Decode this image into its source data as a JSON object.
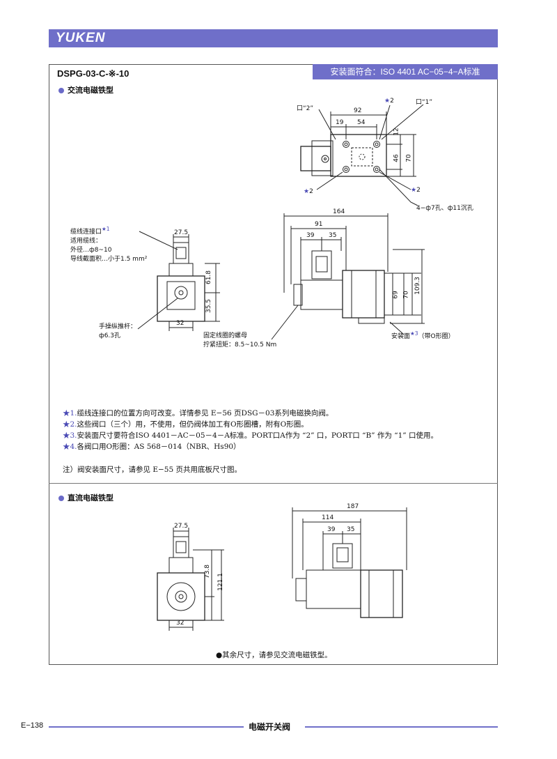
{
  "header": {
    "brand": "YUKEN"
  },
  "model": "DSPG-03-C-※-10",
  "standard": "安装面符合：ISO  4401 AC−05−4−A标准",
  "sections": {
    "ac": "交流电磁铁型",
    "dc": "直流电磁铁型"
  },
  "top_view": {
    "port2": "口“2”",
    "port1": "口“1”",
    "dims": [
      "92",
      "19",
      "54",
      "12",
      "46",
      "70"
    ],
    "star2": "2",
    "holes": "4−ф7孔、ф11沉孔"
  },
  "ac_front": {
    "cable_title": "缆线连接口",
    "cable_star": "1",
    "cable_lines": [
      "适用缆线：",
      "外径…ф8~10",
      "导线截面积…小于1.5 mm²"
    ],
    "dims": [
      "27.5",
      "61.8",
      "35.5",
      "32"
    ],
    "manual_lines": [
      "手操纵推杆：",
      "ф6.3孔"
    ]
  },
  "ac_side": {
    "dims": [
      "164",
      "91",
      "39",
      "35",
      "69",
      "70",
      "109.3"
    ],
    "nut_lines": [
      "固定线圈的螺母",
      "拧紧扭矩：8.5~10.5 Nm"
    ],
    "mount_label": "安装面",
    "mount_star": "3",
    "mount_suffix": "（带O形圈）"
  },
  "notes": [
    {
      "star": "★1.",
      "text": "缆线连接口的位置方向可改变。详情参见 E−56 页DSG－03系列电磁换向阀。"
    },
    {
      "star": "★2.",
      "text": "这些阀口（三个）用，不使用，但仍阀体加工有O形圈槽，附有O形圈。"
    },
    {
      "star": "★3.",
      "text": "安装面尺寸要符合ISO    4401－AC－05－4－A标准。PORT口A作为 “2” 口，PORT口 “B” 作为 “1” 口使用。"
    },
    {
      "star": "★4.",
      "text": "各阀口用O形圈：AS 568－014（NBR、Hs90）"
    }
  ],
  "remark": "注）阀安装面尺寸，请参见 E−55 页共用底板尺寸图。",
  "dc_front": {
    "dims": [
      "27.5",
      "73.8",
      "121.1",
      "32"
    ]
  },
  "dc_side": {
    "dims": [
      "187",
      "114",
      "39",
      "35"
    ]
  },
  "other": "●其余尺寸，请参见交流电磁铁型。",
  "footer": {
    "page": "E−138",
    "title": "电磁开关阀"
  }
}
